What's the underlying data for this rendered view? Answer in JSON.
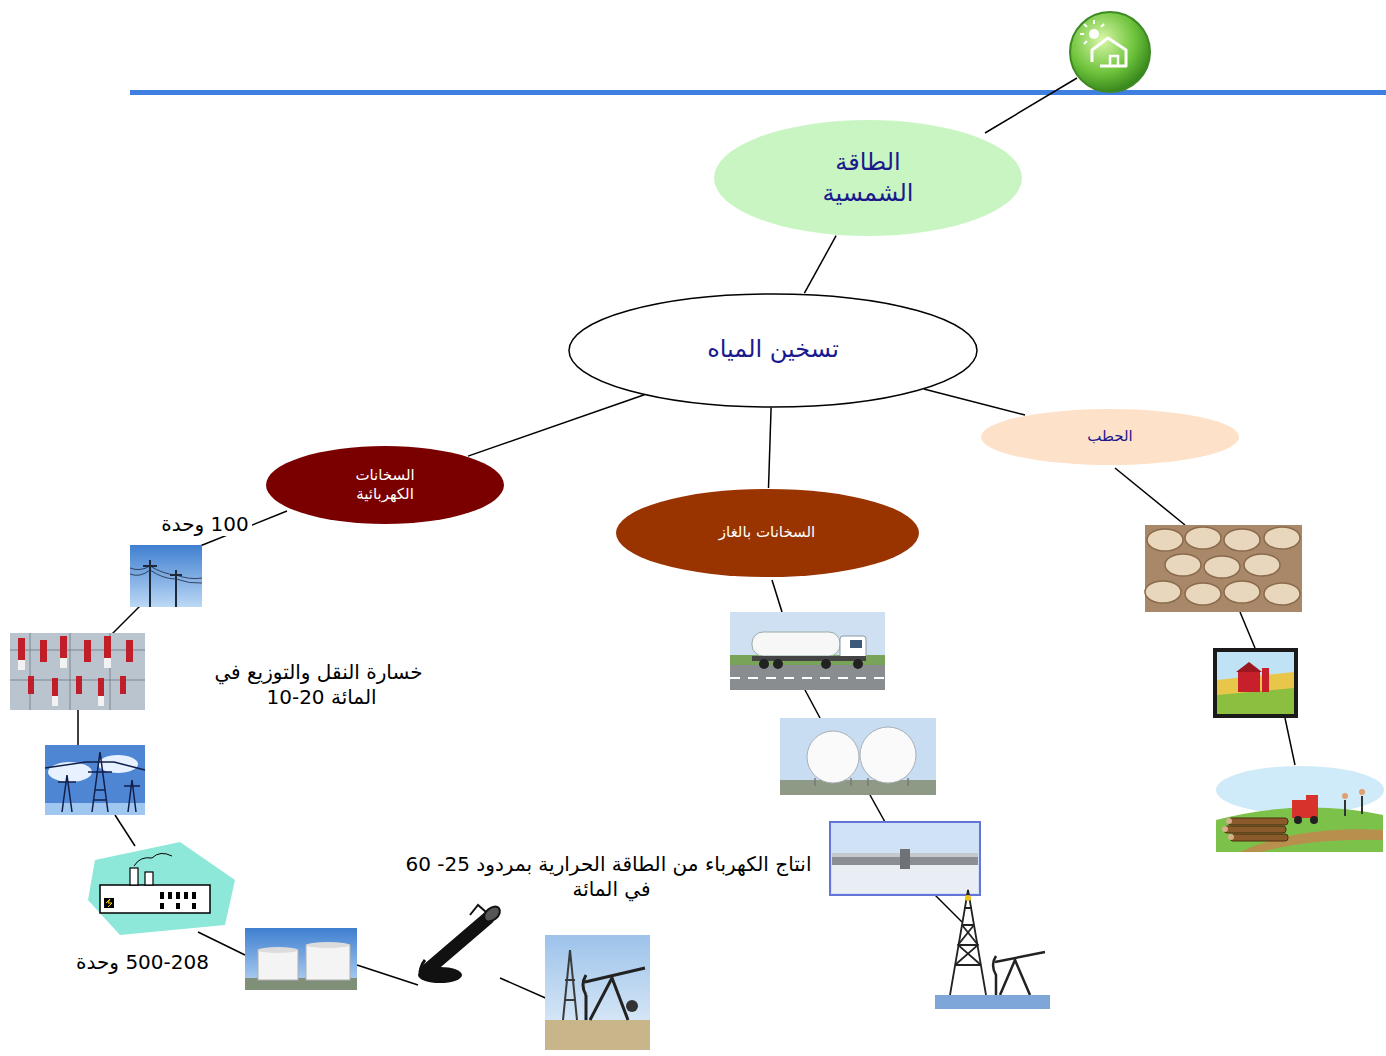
{
  "diagram": {
    "nodes": [
      {
        "text": [
          "الطاقة الشمسية"
        ]
      },
      {
        "text": [
          "تسخين المياه"
        ]
      },
      {
        "text": [
          "الحطب"
        ]
      },
      {
        "text": [
          "السخانات بالغاز"
        ]
      },
      {
        "text": [
          "السخانات الكهربائية"
        ]
      }
    ],
    "edges": [
      {
        "from": 0,
        "to": 1,
        "arrow": "none"
      },
      {
        "from": 1,
        "to": 2,
        "arrow": "none"
      },
      {
        "from": 1,
        "to": 3,
        "arrow": "none"
      },
      {
        "from": 1,
        "to": 4,
        "arrow": "none"
      }
    ],
    "labels": [
      "100 وحدة",
      "خسارة النقل والتوزيع في المائة 20-10",
      "انتاج الكهرباء من الطاقة الحرارية بمردود 25- 60 في المائة",
      "500-208 وحدة"
    ]
  }
}
